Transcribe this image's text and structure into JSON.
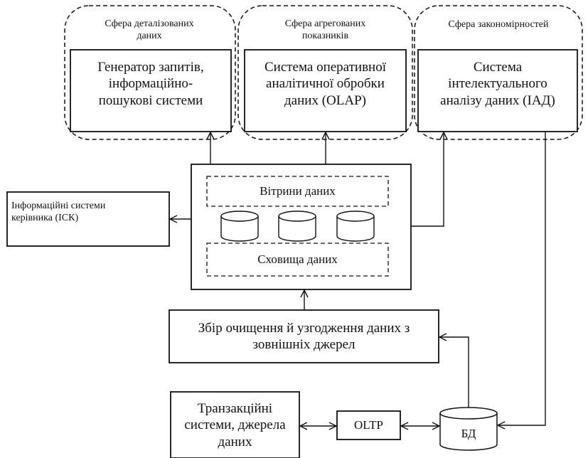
{
  "spheres": {
    "detailed": "Сфера деталізованих\nданих",
    "aggregated": "Сфера агрегованих\nпоказників",
    "patterns": "Сфера закономірностей"
  },
  "boxes": {
    "query_generator": "Генератор запитів,\nінформаційно-\nпошукові системи",
    "olap": "Система оперативної\nаналітичної обробки\nданих (OLAP)",
    "iad": "Система\nінтелектуального\nаналізу даних (ІАД)",
    "isk": "Інформаційні системи\nкерівника (ІСК)",
    "data_marts": "Вітрини даних",
    "data_warehouse": "Сховища даних",
    "collection": "Збір очищення й узгодження даних з\nзовнішніх джерел",
    "transactional": "Транзакційні\nсистеми, джерела\nданих",
    "oltp": "OLTP",
    "db": "БД"
  }
}
